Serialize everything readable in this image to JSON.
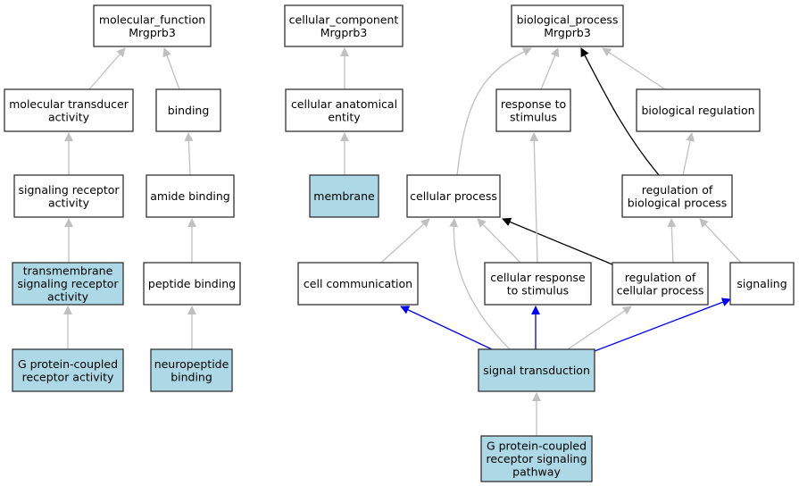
{
  "colors": {
    "annotated_fill": "#add8e6",
    "plain_fill": "#ffffff",
    "is_a_edge": "#c0c0c0",
    "regulates_edge": "#000000",
    "part_of_edge": "#0000ff"
  },
  "nodes": [
    {
      "id": "mf",
      "lines": [
        "molecular_function",
        "Mrgprb3"
      ],
      "annotated": false
    },
    {
      "id": "mta",
      "lines": [
        "molecular transducer",
        "activity"
      ],
      "annotated": false
    },
    {
      "id": "binding",
      "lines": [
        "binding"
      ],
      "annotated": false
    },
    {
      "id": "sra",
      "lines": [
        "signaling receptor",
        "activity"
      ],
      "annotated": false
    },
    {
      "id": "amide",
      "lines": [
        "amide binding"
      ],
      "annotated": false
    },
    {
      "id": "tsra",
      "lines": [
        "transmembrane",
        "signaling receptor",
        "activity"
      ],
      "annotated": true
    },
    {
      "id": "peptide",
      "lines": [
        "peptide binding"
      ],
      "annotated": false
    },
    {
      "id": "gpcra",
      "lines": [
        "G protein-coupled",
        "receptor activity"
      ],
      "annotated": true
    },
    {
      "id": "neuro",
      "lines": [
        "neuropeptide",
        "binding"
      ],
      "annotated": true
    },
    {
      "id": "cc",
      "lines": [
        "cellular_component",
        "Mrgprb3"
      ],
      "annotated": false
    },
    {
      "id": "cae",
      "lines": [
        "cellular anatomical",
        "entity"
      ],
      "annotated": false
    },
    {
      "id": "membrane",
      "lines": [
        "membrane"
      ],
      "annotated": true
    },
    {
      "id": "bp",
      "lines": [
        "biological_process",
        "Mrgprb3"
      ],
      "annotated": false
    },
    {
      "id": "rts",
      "lines": [
        "response to",
        "stimulus"
      ],
      "annotated": false
    },
    {
      "id": "breg",
      "lines": [
        "biological regulation"
      ],
      "annotated": false
    },
    {
      "id": "cp",
      "lines": [
        "cellular process"
      ],
      "annotated": false
    },
    {
      "id": "rbp",
      "lines": [
        "regulation of",
        "biological process"
      ],
      "annotated": false
    },
    {
      "id": "ccomm",
      "lines": [
        "cell communication"
      ],
      "annotated": false
    },
    {
      "id": "crts",
      "lines": [
        "cellular response",
        "to stimulus"
      ],
      "annotated": false
    },
    {
      "id": "rcp",
      "lines": [
        "regulation of",
        "cellular process"
      ],
      "annotated": false
    },
    {
      "id": "signaling",
      "lines": [
        "signaling"
      ],
      "annotated": false
    },
    {
      "id": "st",
      "lines": [
        "signal transduction"
      ],
      "annotated": true
    },
    {
      "id": "gpcrsp",
      "lines": [
        "G protein-coupled",
        "receptor signaling",
        "pathway"
      ],
      "annotated": true
    }
  ],
  "edges": [
    {
      "from": "mta",
      "to": "mf",
      "type": "is_a"
    },
    {
      "from": "binding",
      "to": "mf",
      "type": "is_a"
    },
    {
      "from": "sra",
      "to": "mta",
      "type": "is_a"
    },
    {
      "from": "amide",
      "to": "binding",
      "type": "is_a"
    },
    {
      "from": "tsra",
      "to": "sra",
      "type": "is_a"
    },
    {
      "from": "peptide",
      "to": "amide",
      "type": "is_a"
    },
    {
      "from": "gpcra",
      "to": "tsra",
      "type": "is_a"
    },
    {
      "from": "neuro",
      "to": "peptide",
      "type": "is_a"
    },
    {
      "from": "cae",
      "to": "cc",
      "type": "is_a"
    },
    {
      "from": "membrane",
      "to": "cae",
      "type": "is_a"
    },
    {
      "from": "cp",
      "to": "bp",
      "type": "is_a"
    },
    {
      "from": "rts",
      "to": "bp",
      "type": "is_a"
    },
    {
      "from": "rbp",
      "to": "bp",
      "type": "regulates"
    },
    {
      "from": "breg",
      "to": "bp",
      "type": "is_a"
    },
    {
      "from": "rbp",
      "to": "breg",
      "type": "is_a"
    },
    {
      "from": "ccomm",
      "to": "cp",
      "type": "is_a"
    },
    {
      "from": "st",
      "to": "cp",
      "type": "is_a"
    },
    {
      "from": "crts",
      "to": "cp",
      "type": "is_a"
    },
    {
      "from": "rcp",
      "to": "cp",
      "type": "regulates"
    },
    {
      "from": "crts",
      "to": "rts",
      "type": "is_a"
    },
    {
      "from": "rcp",
      "to": "rbp",
      "type": "is_a"
    },
    {
      "from": "signaling",
      "to": "rbp",
      "type": "is_a"
    },
    {
      "from": "st",
      "to": "ccomm",
      "type": "part_of"
    },
    {
      "from": "st",
      "to": "crts",
      "type": "part_of"
    },
    {
      "from": "st",
      "to": "rcp",
      "type": "is_a"
    },
    {
      "from": "st",
      "to": "signaling",
      "type": "part_of"
    },
    {
      "from": "gpcrsp",
      "to": "st",
      "type": "is_a"
    }
  ]
}
